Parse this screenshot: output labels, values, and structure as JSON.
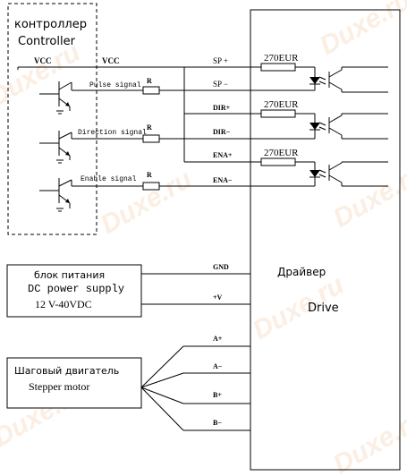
{
  "controller": {
    "label_ru": "контроллер",
    "label_en": "Controller",
    "vcc_left": "VCC",
    "vcc_right": "VCC"
  },
  "signals": {
    "pulse": "Pulse signal",
    "direction": "Direction signal",
    "enable": "Enable signal",
    "resistor": "R"
  },
  "drive_pins": {
    "sp_plus": "SP +",
    "sp_minus": "SP −",
    "dir_plus": "DIR+",
    "dir_minus": "DIR−",
    "ena_plus": "ENA+",
    "ena_minus": "ENA−",
    "resistor_value": "270EUR",
    "gnd": "GND",
    "vplus": "+V",
    "a_plus": "A+",
    "a_minus": "A−",
    "b_plus": "B+",
    "b_minus": "B−"
  },
  "drive": {
    "label_ru": "Драйвер",
    "label_en": "Drive"
  },
  "power_supply": {
    "line1": "блок питания",
    "line2": "DC power supply",
    "line3": "12 V-40VDC"
  },
  "motor": {
    "line1": "Шаговый двигатель",
    "line2": "Stepper motor"
  },
  "watermark": "Duxe.ru"
}
